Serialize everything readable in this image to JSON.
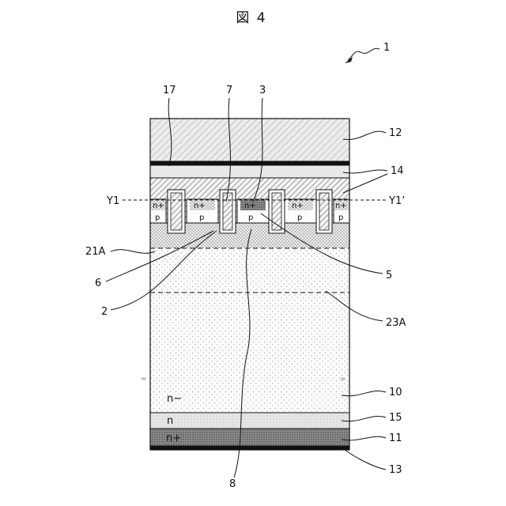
{
  "figure": {
    "title": "図 4",
    "device_number": "1"
  },
  "labels": {
    "l17": "17",
    "l7": "7",
    "l3": "3",
    "l12": "12",
    "l14": "14",
    "y1": "Y1",
    "y1p": "Y1’",
    "l21a": "21A",
    "l6": "6",
    "l5": "5",
    "l2": "2",
    "l23a": "23A",
    "l10": "10",
    "l15": "15",
    "l11": "11",
    "l13": "13",
    "l8": "8"
  },
  "regions": {
    "nminus": "n−",
    "n": "n",
    "nplus": "n+",
    "p": "p",
    "nplus_small": "n+"
  },
  "colors": {
    "line": "#111111",
    "layer15": "#e6e6e6",
    "layer11": "#8c8c8c"
  }
}
